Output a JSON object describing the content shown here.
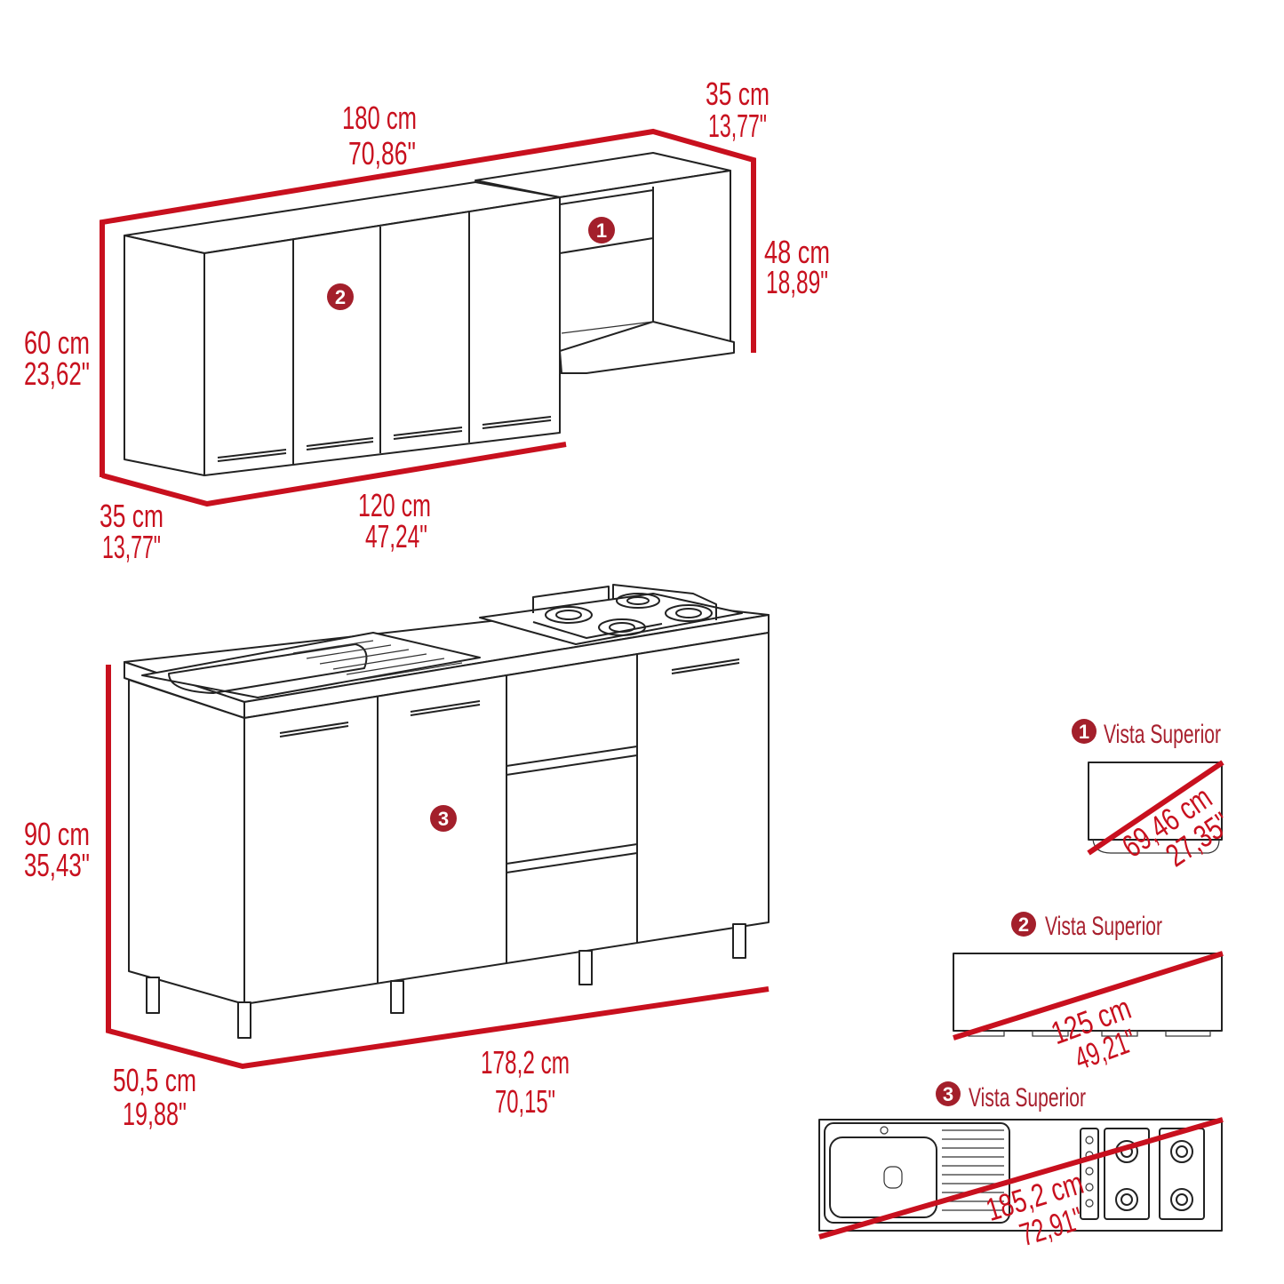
{
  "upper_cabinet": {
    "width_total": {
      "cm": "180 cm",
      "in": "70,86\""
    },
    "shelf_depth": {
      "cm": "35 cm",
      "in": "13,77\""
    },
    "shelf_height": {
      "cm": "48 cm",
      "in": "18,89\""
    },
    "height": {
      "cm": "60 cm",
      "in": "23,62\""
    },
    "depth": {
      "cm": "35 cm",
      "in": "13,77\""
    },
    "width": {
      "cm": "120 cm",
      "in": "47,24\""
    }
  },
  "lower_cabinet": {
    "height": {
      "cm": "90 cm",
      "in": "35,43\""
    },
    "depth": {
      "cm": "50,5 cm",
      "in": "19,88\""
    },
    "width": {
      "cm": "178,2 cm",
      "in": "70,15\""
    }
  },
  "badges": [
    "1",
    "2",
    "3"
  ],
  "top_views": [
    {
      "number": "1",
      "title": "Vista Superior",
      "cm": "69,46 cm",
      "in": "27,35\""
    },
    {
      "number": "2",
      "title": "Vista Superior",
      "cm": "125 cm",
      "in": "49,21\""
    },
    {
      "number": "3",
      "title": "Vista Superior",
      "cm": "185,2 cm",
      "in": "72,91\""
    }
  ],
  "colors": {
    "dimension_red": "#c8101e",
    "badge": "#a31f2b",
    "line": "#222222"
  }
}
